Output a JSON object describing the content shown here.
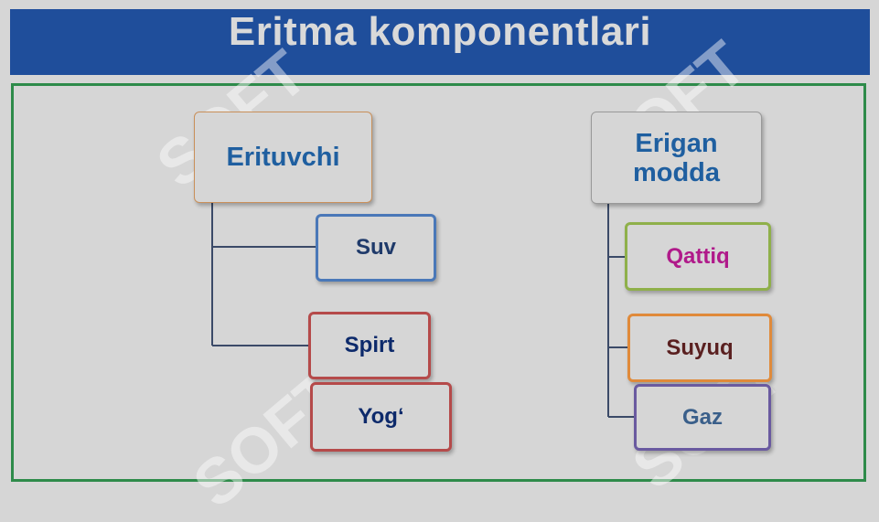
{
  "title": "Eritma komponentlari",
  "colors": {
    "title_bar": "#1f4e9b",
    "title_text": "#d9d9d9",
    "frame": "#2e8b4a",
    "background": "#d6d6d6",
    "connector": "#3b4a68"
  },
  "left": {
    "root": {
      "label": "Erituvchi",
      "text_color": "#1f5fa0",
      "border_color": "#c9905a"
    },
    "children": [
      {
        "label": "Suv",
        "text_color": "#1f3a6a",
        "border_color": "#4a78b8"
      },
      {
        "label": "Spirt",
        "text_color": "#0d2a6b",
        "border_color": "#b54a4a"
      },
      {
        "label": "Yog‘",
        "text_color": "#0d2a6b",
        "border_color": "#b54a4a"
      }
    ]
  },
  "right": {
    "root": {
      "label": "Erigan\nmodda",
      "text_color": "#1f5fa0",
      "border_color": "#999999"
    },
    "children": [
      {
        "label": "Qattiq",
        "text_color": "#b01a8a",
        "border_color": "#8fb04a"
      },
      {
        "label": "Suyuq",
        "text_color": "#5a2020",
        "border_color": "#e08a3a"
      },
      {
        "label": "Gaz",
        "text_color": "#3a5f8a",
        "border_color": "#6a5aa0"
      }
    ]
  },
  "watermark": "SOFT"
}
